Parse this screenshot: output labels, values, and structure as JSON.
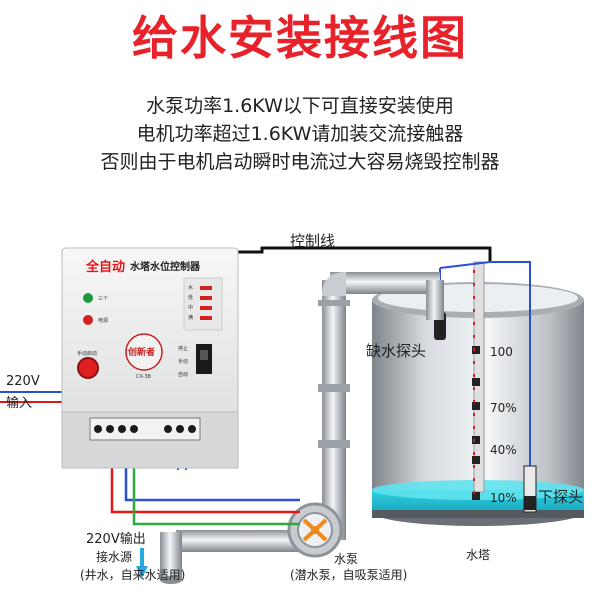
{
  "title": "给水安装接线图",
  "notes": [
    "水泵功率1.6KW以下可直接安装使用",
    "电机功率超过1.6KW请加装交流接触器",
    "否则由于电机启动瞬时电流过大容易烧毁控制器"
  ],
  "controller": {
    "headline_red": "全自动",
    "headline_black": "水塔水位控制器",
    "brand": "创新者",
    "model": "CX-38",
    "indicator_labels": [
      "三个",
      "电源"
    ],
    "manual_start_label": "手动启动",
    "level_lights": [
      "水",
      "低",
      "中",
      "满"
    ],
    "mode_labels": [
      "停止",
      "手动",
      "自动"
    ]
  },
  "labels": {
    "control_line": "控制线",
    "supply_voltage": "220V",
    "supply_input": "输入",
    "output_voltage": "220V输出",
    "low_water_probe": "缺水探头",
    "lower_probe": "下探头",
    "water_source": "接水源",
    "water_source_note": "(井水，自来水适用)",
    "pump": "水泵",
    "pump_note": "(潜水泵，自吸泵适用)",
    "tower": "水塔"
  },
  "tower_levels": [
    "100",
    "70%",
    "40%",
    "10%"
  ],
  "colors": {
    "title_red": "#e8222a",
    "wire_blue": "#2a4fd8",
    "wire_red": "#e01818",
    "wire_green": "#2eaa3a",
    "water_cyan": "#27c6d8"
  }
}
